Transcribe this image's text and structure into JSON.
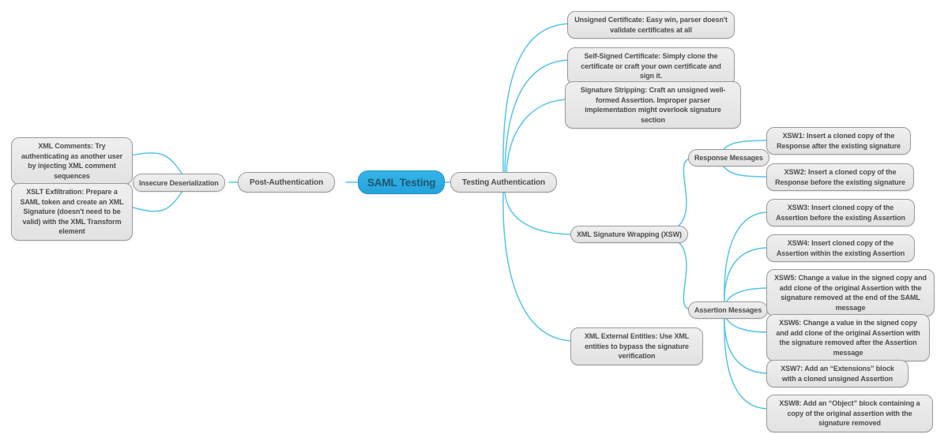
{
  "diagram": {
    "type": "mind-map",
    "topic": "SAML Testing"
  },
  "colors": {
    "background": "#FFFFFF",
    "connector": "#56C4EC",
    "root_fill": "#29ABE2",
    "root_border": "#1D93C6",
    "root_text": "#1F566F",
    "node_fill": "#E7E7E7",
    "node_border": "#9A9A9A",
    "node_text": "#4D4D4D"
  },
  "nodes": {
    "root": "SAML Testing",
    "post_authentication": "Post-Authentication",
    "insecure_deserialization": "Insecure Deserialization",
    "xml_comments": "XML Comments: Try authenticating as another user by injecting XML comment sequences",
    "xslt_exfiltration": "XSLT Exfiltration: Prepare a SAML token and create an XML Signature (doesn't need to be valid) with the XML Transform element",
    "testing_authentication": "Testing Authentication",
    "unsigned_certificate": "Unsigned Certificate: Easy win, parser doesn't validate certificates at all",
    "self_signed_certificate": "Self-Signed Certificate: Simply clone the certificate or craft your own certificate and sign it.",
    "signature_stripping": "Signature Stripping: Craft an unsigned well-formed Assertion. Improper parser implementation might overlook signature section",
    "xml_signature_wrapping": "XML Signature Wrapping (XSW)",
    "response_messages": "Response Messages",
    "assertion_messages": "Assertion Messages",
    "xsw1": "XSW1: Insert a cloned copy of the Response after the existing signature",
    "xsw2": "XSW2: Insert a cloned copy of the Response before the existing signature",
    "xsw3": "XSW3: Insert cloned copy of the Assertion before the existing Assertion",
    "xsw4": "XSW4: Insert cloned copy of the Assertion within the existing Assertion",
    "xsw5": "XSW5: Change a value in the signed copy and add clone of the original Assertion with the signature removed at the end of the SAML message",
    "xsw6": "XSW6: Change a value in the signed copy and add clone of the original Assertion with the signature removed after the Assertion message",
    "xsw7": "XSW7: Add an “Extensions” block with a cloned unsigned Assertion",
    "xsw8": "XSW8: Add an “Object” block containing a copy of the original assertion with the signature removed",
    "xml_external_entities": "XML External Entities: Use XML entities to bypass the signature verification"
  }
}
